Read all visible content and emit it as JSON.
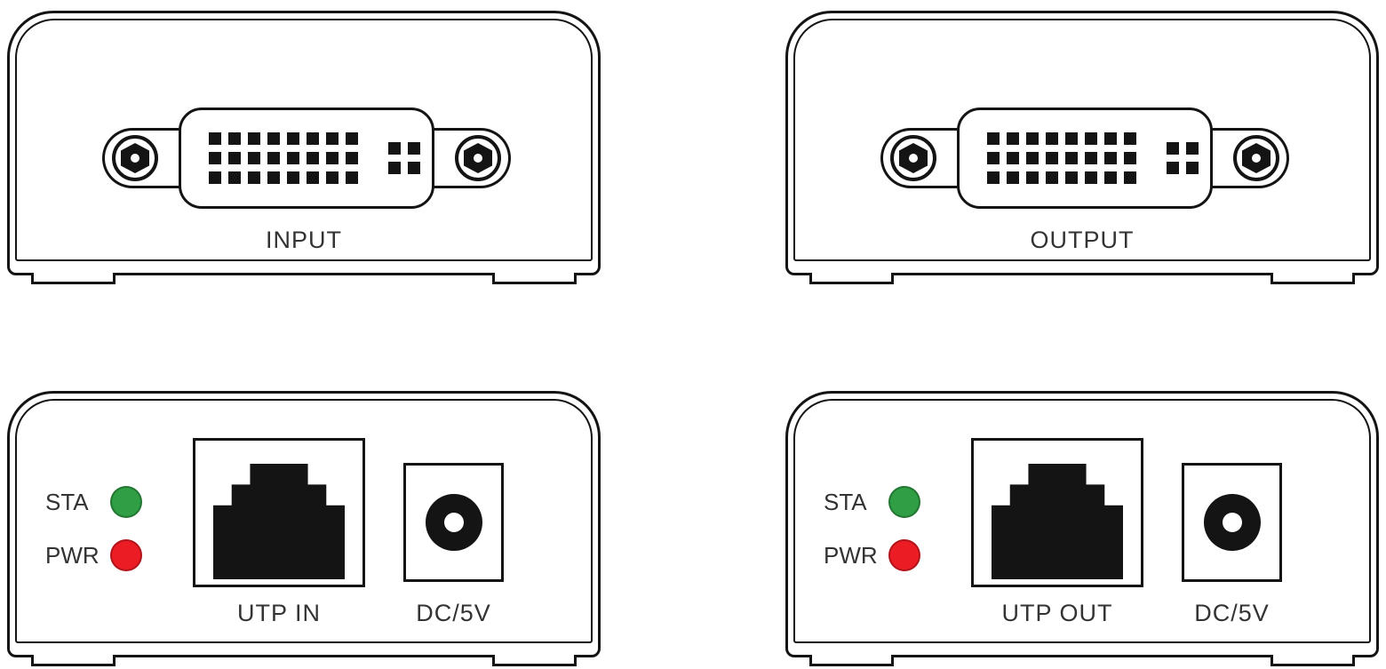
{
  "colors": {
    "line": "#141414",
    "led_sta": "#2f9e44",
    "led_pwr": "#ec1c24"
  },
  "icons": {
    "dvi": "dvi-connector-icon",
    "screw": "hex-screw-icon",
    "rj45": "rj45-port-icon",
    "dc_jack": "dc-jack-icon",
    "led": "led-indicator"
  },
  "units": {
    "transmitter_front": {
      "port_label": "INPUT"
    },
    "receiver_front": {
      "port_label": "OUTPUT"
    },
    "transmitter_rear": {
      "sta": "STA",
      "pwr": "PWR",
      "utp": "UTP IN",
      "dc": "DC/5V"
    },
    "receiver_rear": {
      "sta": "STA",
      "pwr": "PWR",
      "utp": "UTP OUT",
      "dc": "DC/5V"
    }
  }
}
